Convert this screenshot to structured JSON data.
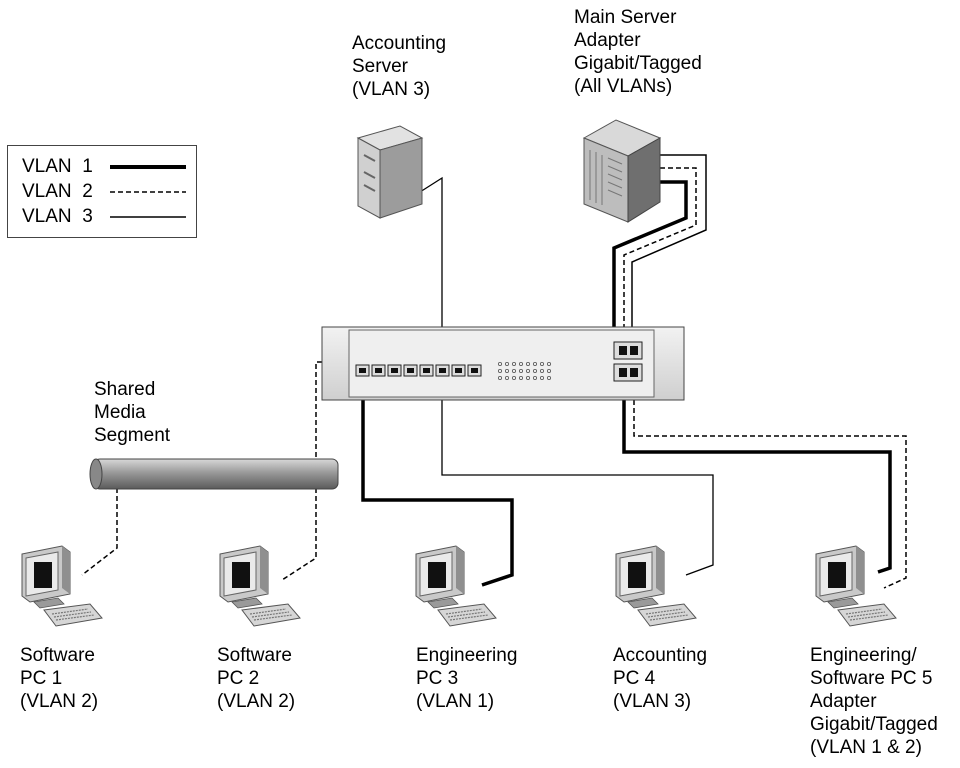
{
  "legend": [
    {
      "label": "VLAN",
      "num": "1",
      "style": "thick"
    },
    {
      "label": "VLAN",
      "num": "2",
      "style": "dashed"
    },
    {
      "label": "VLAN",
      "num": "3",
      "style": "thin"
    }
  ],
  "labels": {
    "accounting_server": "Accounting\nServer\n(VLAN 3)",
    "main_server": "Main Server\nAdapter\nGigabit/Tagged\n(All VLANs)",
    "shared_media": "Shared\nMedia\nSegment",
    "pc1": "Software\nPC 1\n(VLAN 2)",
    "pc2": "Software\nPC 2\n(VLAN 2)",
    "pc3": "Engineering\nPC 3\n(VLAN 1)",
    "pc4": "Accounting\nPC 4\n(VLAN 3)",
    "pc5": "Engineering/\nSoftware PC 5\nAdapter\nGigabit/Tagged\n(VLAN 1 & 2)"
  },
  "colors": {
    "line": "#000000",
    "device_light": "#e6e6e6",
    "device_mid": "#b8b8b8",
    "device_dark": "#6e6e6e"
  }
}
